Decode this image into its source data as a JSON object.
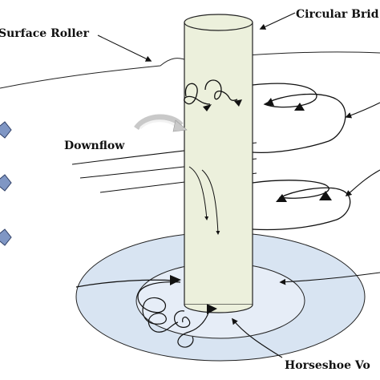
{
  "labels": {
    "circular_bridge_pier": "Circular Brid",
    "surface_roller": "Surface Roller",
    "downflow": "Downflow",
    "horseshoe_vortex": "Horseshoe Vo"
  },
  "colors": {
    "pier_fill": "#ecf0dc",
    "scour_outer": "#d8e4f2",
    "scour_inner": "#e6edf7",
    "flow_marker": "#7f96c4",
    "ink": "#111111",
    "curl_arrow": "#c9c9c9"
  },
  "icons": {
    "flow_marker": "diamond",
    "curved_arrow": "curved-arrow",
    "arrowhead": "triangle"
  }
}
